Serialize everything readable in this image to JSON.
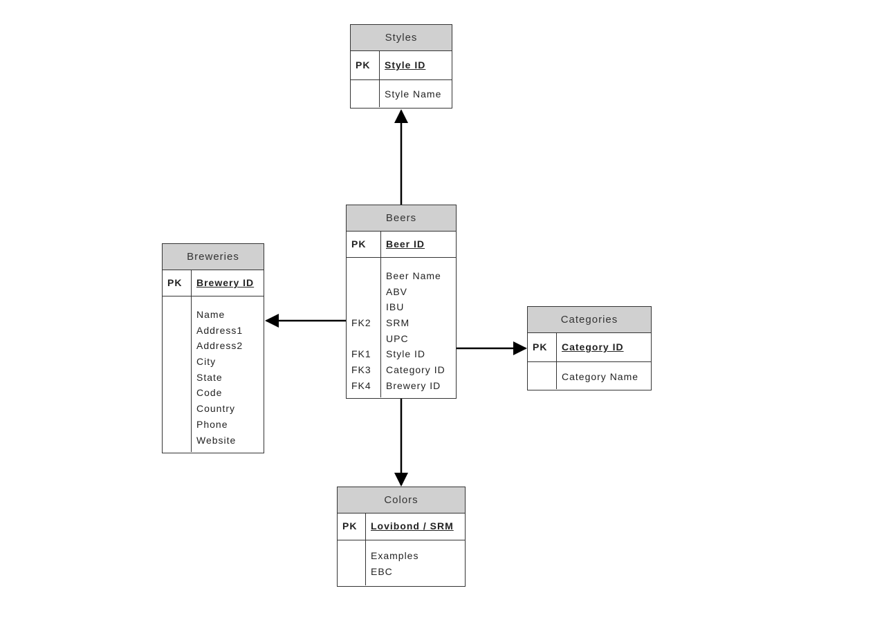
{
  "entities": {
    "styles": {
      "title": "Styles",
      "pk_label": "PK",
      "pk_field": "Style ID",
      "fields": [
        "Style Name"
      ]
    },
    "beers": {
      "title": "Beers",
      "pk_label": "PK",
      "pk_field": "Beer ID",
      "keys": [
        "",
        "",
        "",
        "FK2",
        "",
        "FK1",
        "FK3",
        "FK4"
      ],
      "fields": [
        "Beer Name",
        "ABV",
        "IBU",
        "SRM",
        "UPC",
        "Style ID",
        "Category ID",
        "Brewery ID"
      ]
    },
    "breweries": {
      "title": "Breweries",
      "pk_label": "PK",
      "pk_field": "Brewery ID",
      "fields": [
        "Name",
        "Address1",
        "Address2",
        "City",
        "State",
        "Code",
        "Country",
        "Phone",
        "Website"
      ]
    },
    "categories": {
      "title": "Categories",
      "pk_label": "PK",
      "pk_field": "Category ID",
      "fields": [
        "Category Name"
      ]
    },
    "colors": {
      "title": "Colors",
      "pk_label": "PK",
      "pk_field": "Lovibond / SRM",
      "fields": [
        "Examples",
        "EBC"
      ]
    }
  }
}
